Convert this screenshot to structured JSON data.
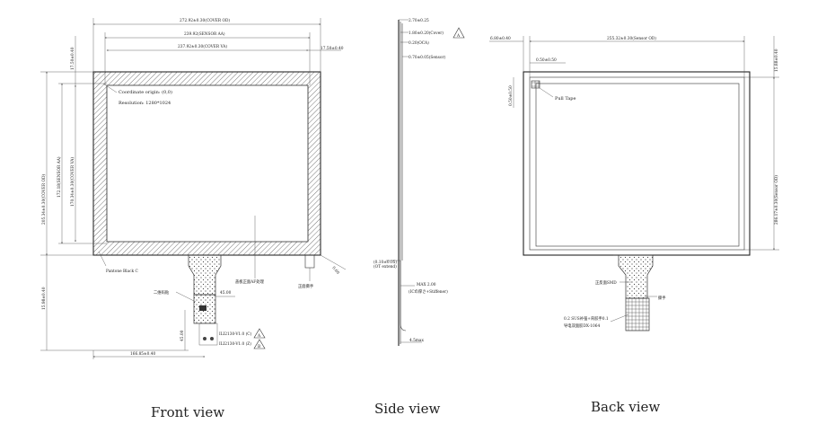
{
  "front_view": {
    "caption": "Front view",
    "dim_cover_od": "272.92±0.30(COVER OD)",
    "dim_sensor_aa": "239.92(SENSOR AA)",
    "dim_cover_va": "237.92±0.30(COVER VA)",
    "dim_right_offset": "17.50±0.40",
    "dim_top_offset": "17.50±0.40",
    "dim_height_od": "205.34±0.30(COVER OD)",
    "dim_height_aa": "172.18(SENSOR AA)",
    "dim_height_va": "170.34±0.30(COVER VA)",
    "dim_total_height": "15.98±0.40",
    "dim_fpc_offset": "166.85±0.40",
    "dim_fpc_width": "45.00",
    "dim_fpc_length": "45.00",
    "dim_fpc_tail": "0.60",
    "coordinate_origin": "Coordinate origin: (0,0)",
    "resolution": "Resolution: 1280*1024",
    "pantone_label": "Pantone Black C",
    "surface_label": "盖板正面AF处理",
    "label_qr": "二维码贴",
    "label_pull": "正面撕手",
    "label_ic1": "ILI2130-V1.0 (C)",
    "label_ic2": "ILI2130-V1.0 (Z)",
    "rev_a": "A",
    "rev_b": "B"
  },
  "side_view": {
    "caption": "Side view",
    "dim_total": "2.70±0.25",
    "dim_cover": "1.80±0.20(Cover)",
    "dim_oca": "0.20(OCA)",
    "dim_sensor": "0.70±0.05(Sensor)",
    "dim_max": "MAX 2.00",
    "dim_max_note": "(ICの厚さ+Stiffener)",
    "dim_bend": "4.5max",
    "dim_tiny": "(0.10±0.05)",
    "dim_tiny2": "(OT extend)",
    "rev_a": "A"
  },
  "back_view": {
    "caption": "Back view",
    "dim_left": "6.80±0.40",
    "dim_sensor_od": "255.32±0.30(Sensor OD)",
    "dim_edge": "0.50±0.50",
    "dim_edge_v": "0.50±0.50",
    "dim_height_od": "286.17±0.30(Sensor OD)",
    "dim_right": "15.88±0.40",
    "pull_tape": "Pull Tape",
    "label_back": "正反面SMD",
    "label_pull": "撕手",
    "note1": "0.2 SUS补强+背胶手0.1",
    "note2": "导电双面胶DX-1064"
  }
}
